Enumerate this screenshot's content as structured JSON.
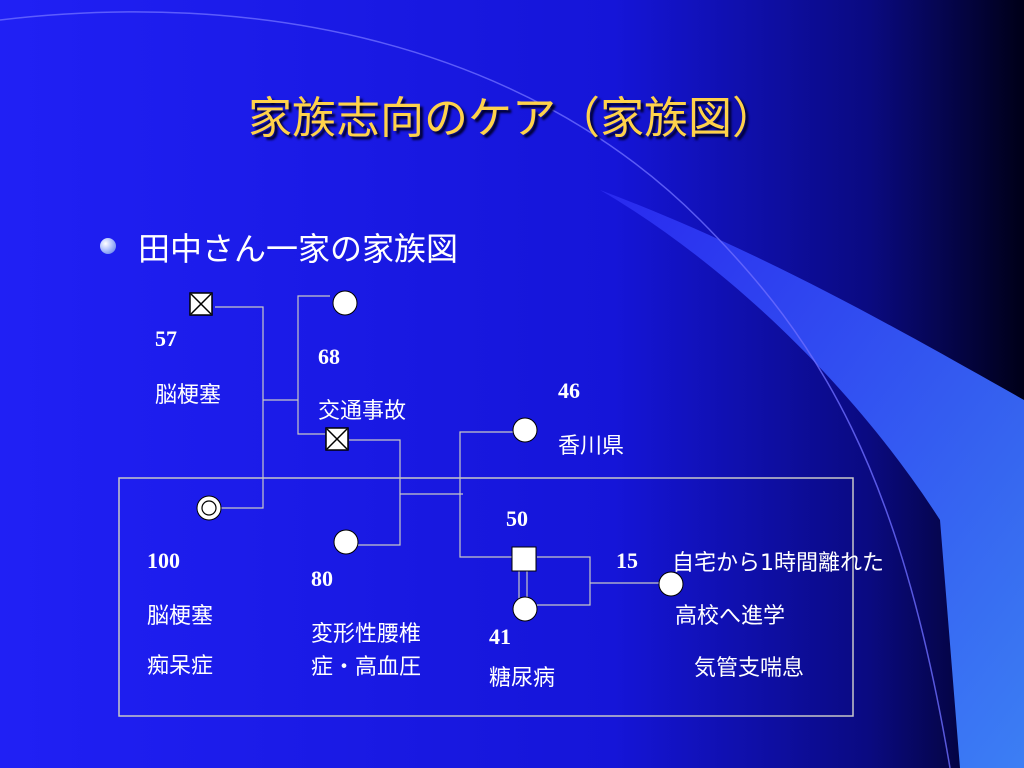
{
  "slide": {
    "title": "家族志向のケア（家族図）",
    "bullet": "田中さん一家の家族図"
  },
  "colors": {
    "background": "#1a1af0",
    "title": "#ffd24a",
    "text": "#ffffff",
    "lines": "#c8c8c8",
    "accent_swoosh": "#3a7bff"
  },
  "people": {
    "paternal_grandfather": {
      "age": "57",
      "condition": "脳梗塞",
      "status": "deceased",
      "sex": "male"
    },
    "maternal_grandmother": {
      "age": "68",
      "condition": "交通事故",
      "sex": "female"
    },
    "maternal_grandfather": {
      "status": "deceased",
      "sex": "male"
    },
    "grandmother_kagawa": {
      "age": "46",
      "location": "香川県",
      "sex": "female"
    },
    "great_grandmother": {
      "age": "100",
      "condition1": "脳梗塞",
      "condition2": "痴呆症",
      "sex": "female"
    },
    "grandmother_80": {
      "age": "80",
      "condition_line1": "変形性腰椎",
      "condition_line2": "症・高血圧",
      "sex": "female"
    },
    "father": {
      "age": "50",
      "sex": "male"
    },
    "mother": {
      "age": "41",
      "condition": "糖尿病",
      "sex": "female"
    },
    "child": {
      "age": "15",
      "note_line1": "自宅から1時間離れた",
      "note_line2": "高校へ進学",
      "condition": "気管支喘息",
      "sex": "female"
    }
  }
}
